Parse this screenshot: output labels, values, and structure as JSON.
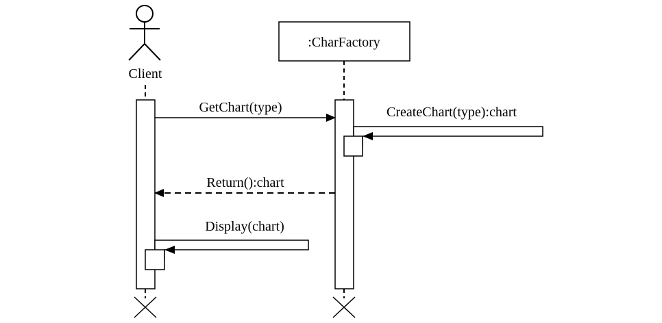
{
  "diagram": {
    "type": "sequence",
    "actor": {
      "name": "Client"
    },
    "object": {
      "name": ":CharFactory"
    },
    "messages": [
      {
        "label": "GetChart(type)",
        "from": "Client",
        "to": ":CharFactory",
        "style": "synchronous"
      },
      {
        "label": "CreateChart(type):chart",
        "from": ":CharFactory",
        "to": ":CharFactory",
        "style": "self-call"
      },
      {
        "label": "Return():chart",
        "from": ":CharFactory",
        "to": "Client",
        "style": "return"
      },
      {
        "label": "Display(chart)",
        "from": "Client",
        "to": "Client",
        "style": "self-call"
      }
    ]
  }
}
